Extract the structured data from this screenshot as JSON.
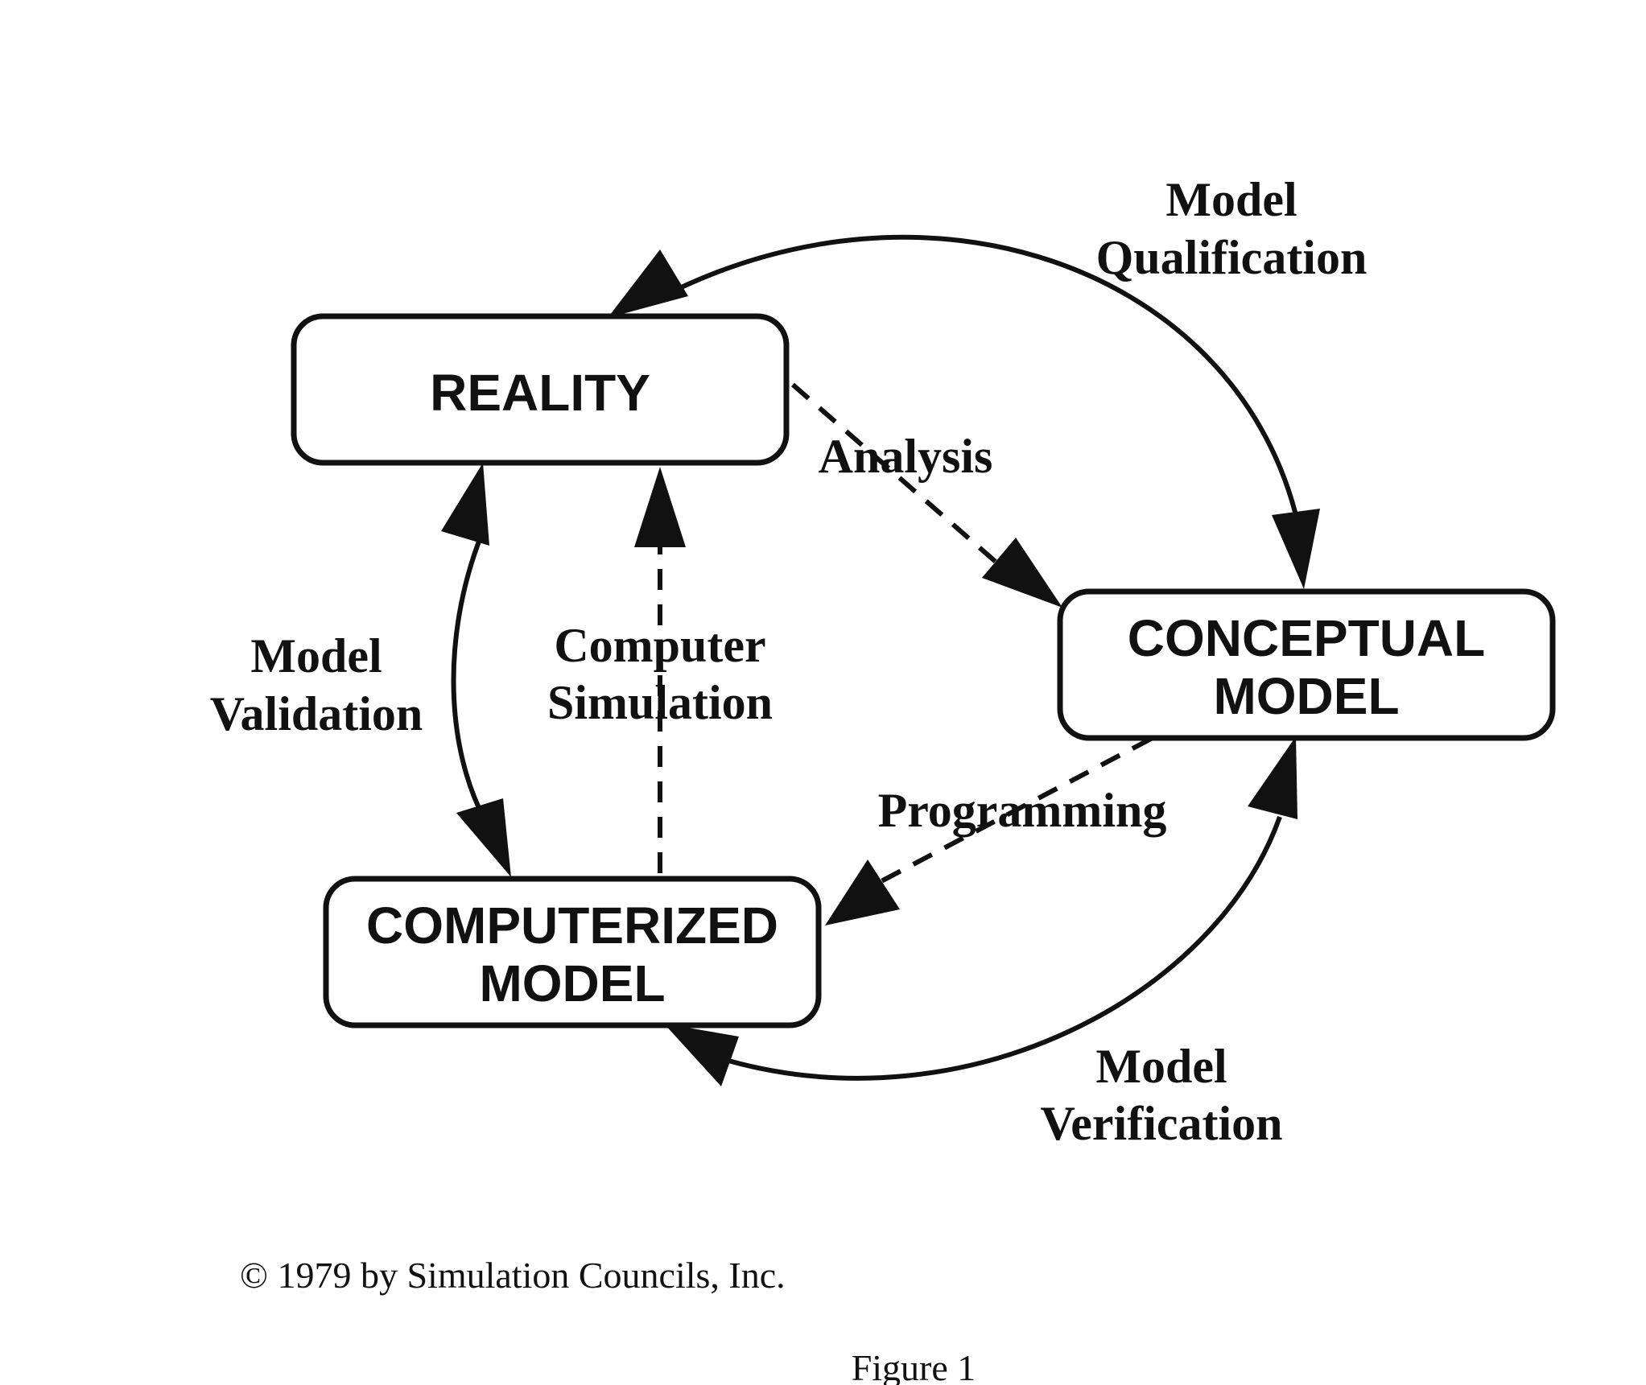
{
  "nodes": {
    "reality": {
      "lines": [
        "REALITY"
      ]
    },
    "conceptual": {
      "lines": [
        "CONCEPTUAL",
        "MODEL"
      ]
    },
    "computerized": {
      "lines": [
        "COMPUTERIZED",
        "MODEL"
      ]
    }
  },
  "edges": {
    "qualification": {
      "lines": [
        "Model",
        "Qualification"
      ],
      "style": "solid"
    },
    "analysis": {
      "lines": [
        "Analysis"
      ],
      "style": "dashed"
    },
    "validation": {
      "lines": [
        "Model",
        "Validation"
      ],
      "style": "solid"
    },
    "simulation": {
      "lines": [
        "Computer",
        "Simulation"
      ],
      "style": "dashed"
    },
    "programming": {
      "lines": [
        "Programming"
      ],
      "style": "dashed"
    },
    "verification": {
      "lines": [
        "Model",
        "Verification"
      ],
      "style": "solid"
    }
  },
  "copyright": "© 1979 by Simulation Councils, Inc.",
  "figure_caption": "Figure 1",
  "colors": {
    "ink": "#111111",
    "paper": "#ffffff"
  }
}
